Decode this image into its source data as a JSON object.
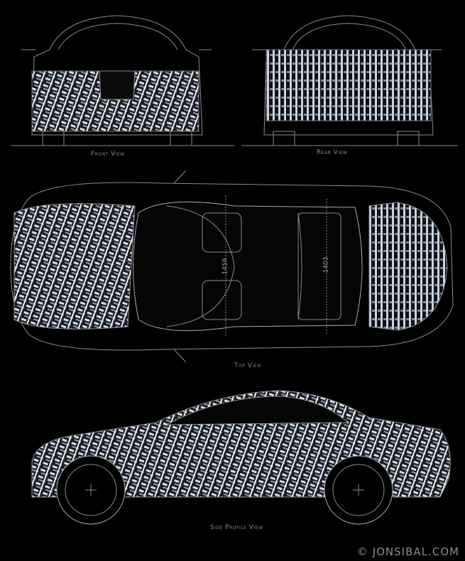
{
  "views": {
    "front": "Front View",
    "rear": "Rear View",
    "top": "Top View",
    "side": "Side Profile View"
  },
  "dimensions": {
    "front_track": "1459",
    "rear_track": "1403"
  },
  "watermark": "© JONSIBAL.COM",
  "colors": {
    "background": "#000000",
    "line": "#9a9a9a",
    "livery": "#c8d2e0"
  }
}
